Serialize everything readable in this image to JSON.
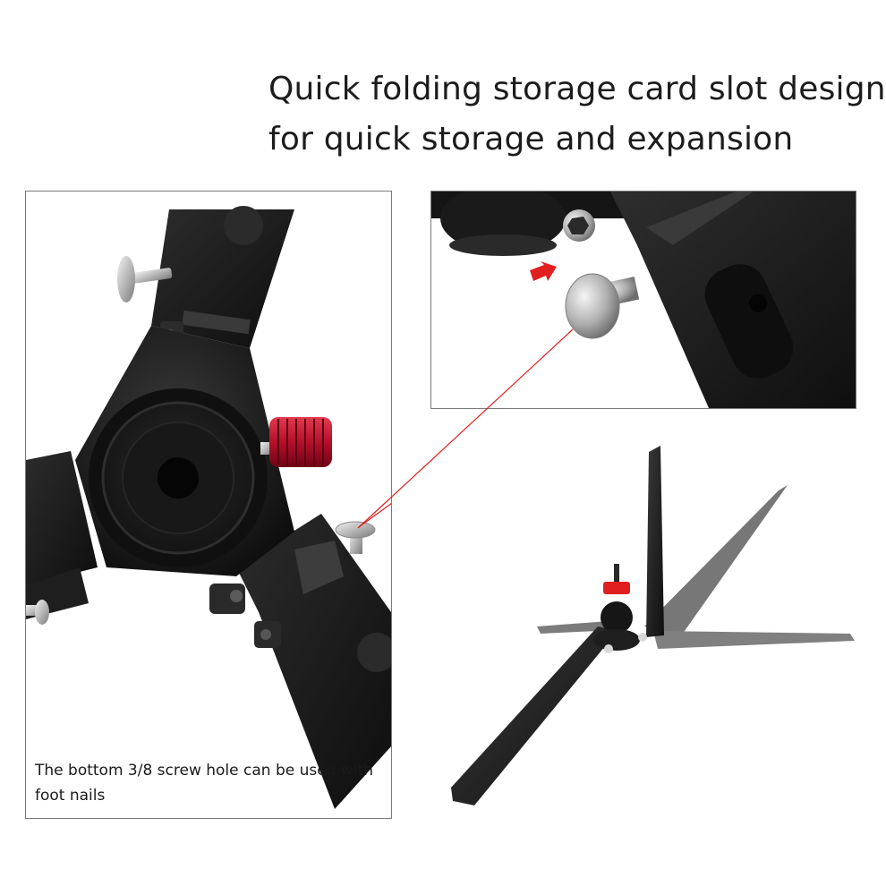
{
  "headline": {
    "line1": "Quick folding storage card slot design",
    "line2": "for quick storage and expansion"
  },
  "left_panel": {
    "caption": "The bottom 3/8 screw hole can be used with foot nails"
  },
  "colors": {
    "accent_red": "#e0201e",
    "knob_red": "#b5102a",
    "metal_black": "#1b1b1b",
    "panel_border": "#7a7a7a"
  }
}
